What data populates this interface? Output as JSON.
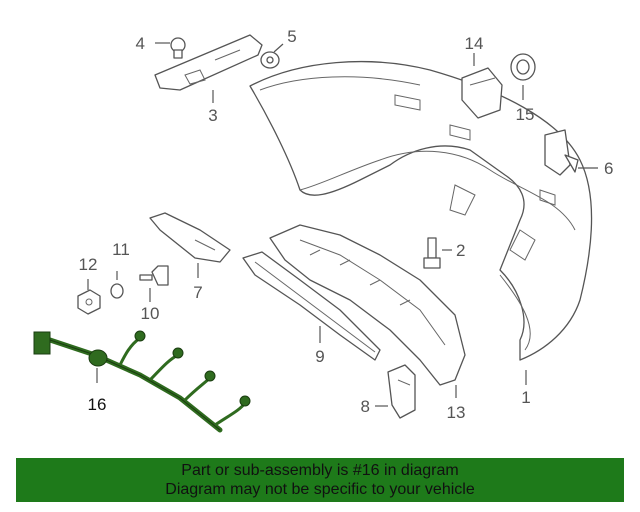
{
  "callouts": {
    "c1": "1",
    "c2": "2",
    "c3": "3",
    "c4": "4",
    "c5": "5",
    "c6": "6",
    "c7": "7",
    "c8": "8",
    "c9": "9",
    "c10": "10",
    "c11": "11",
    "c12": "12",
    "c13": "13",
    "c14": "14",
    "c15": "15",
    "c16": "16"
  },
  "banner": {
    "line1": "Part or sub-assembly is #16 in diagram",
    "line2": "Diagram may not be specific to your vehicle"
  },
  "colors": {
    "highlight_harness": "#2f6b1f",
    "banner_bg": "#1e7a1a"
  }
}
